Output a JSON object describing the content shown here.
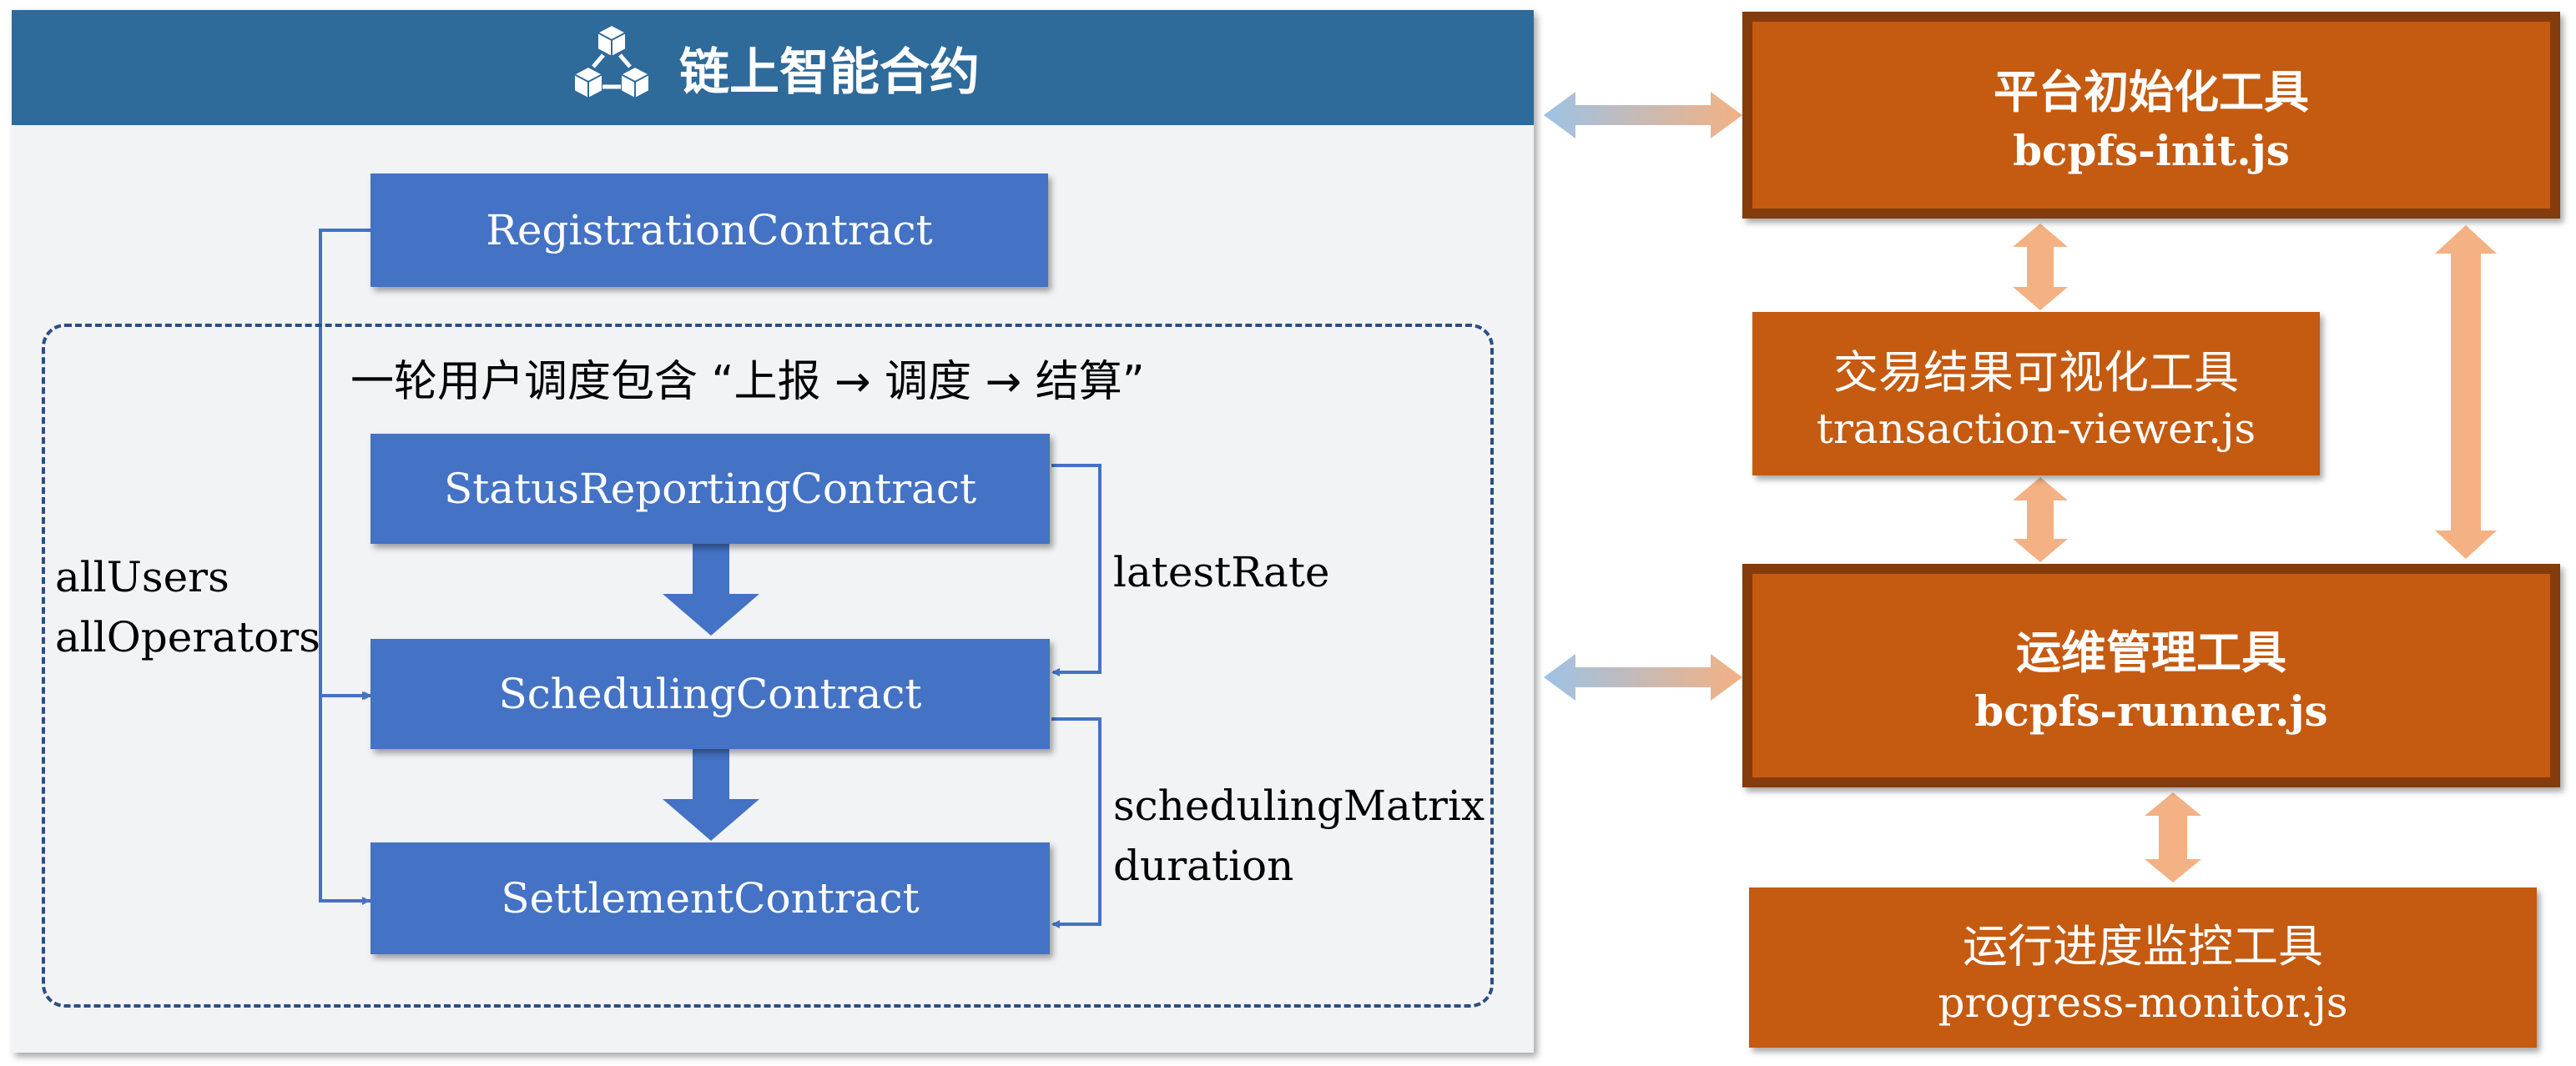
{
  "contract_panel": {
    "title": "链上智能合约",
    "icon": "blockchain-cubes-icon",
    "header_color": "#2e6a9a"
  },
  "round": {
    "title": "一轮用户调度包含 “上报 → 调度 → 结算”"
  },
  "contracts": {
    "registration": "RegistrationContract",
    "status_reporting": "StatusReportingContract",
    "scheduling": "SchedulingContract",
    "settlement": "SettlementContract",
    "color": "#4472c4"
  },
  "data_flows": {
    "users": [
      "allUsers",
      "allOperators"
    ],
    "rate": "latestRate",
    "matrix": [
      "schedulingMatrix",
      "duration"
    ]
  },
  "tools": {
    "init": {
      "name": "平台初始化工具",
      "file": "bcpfs-init.js"
    },
    "viewer": {
      "name": "交易结果可视化工具",
      "file": "transaction-viewer.js"
    },
    "runner": {
      "name": "运维管理工具",
      "file": "bcpfs-runner.js"
    },
    "monitor": {
      "name": "运行进度监控工具",
      "file": "progress-monitor.js"
    },
    "fill_color": "#c55a11",
    "border_color": "#843c0c",
    "arrow_color": "#f4b183"
  }
}
